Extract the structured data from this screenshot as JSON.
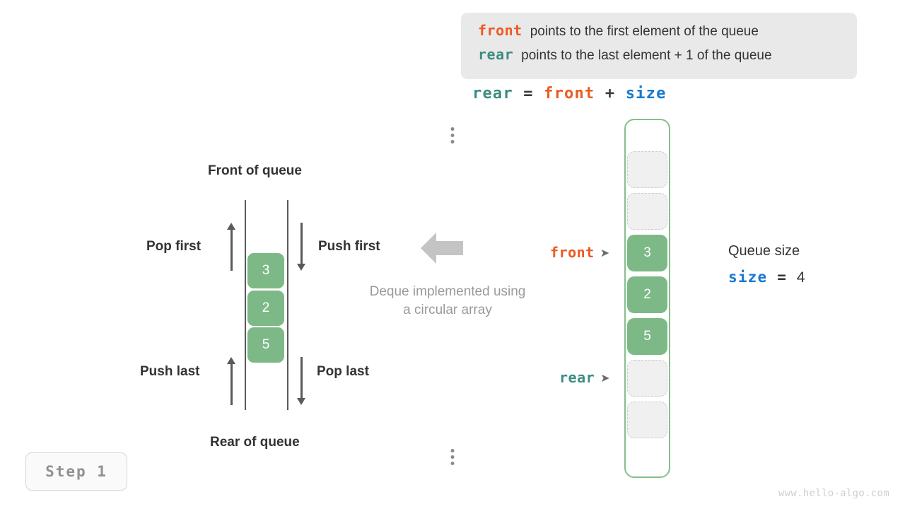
{
  "legend": {
    "lines": [
      {
        "keyword": "front",
        "keyword_color": "#ec5b21",
        "text": "points to the first element of the queue"
      },
      {
        "keyword": "rear",
        "keyword_color": "#3c8d81",
        "text": "points to the last element + 1 of the queue"
      }
    ],
    "background": "#e9e9e9"
  },
  "formula": {
    "lhs": "rear",
    "eq": "=",
    "rhs1": "front",
    "plus": "+",
    "rhs2": "size"
  },
  "deque": {
    "top_label": "Front of queue",
    "bottom_label": "Rear of queue",
    "ops": {
      "pop_first": "Pop first",
      "push_first": "Push first",
      "push_last": "Push last",
      "pop_last": "Pop last"
    },
    "cells": [
      "3",
      "2",
      "5"
    ],
    "cell_color": "#7db987",
    "caption_line1": "Deque implemented using",
    "caption_line2": "a circular array"
  },
  "array": {
    "border_color": "#86bf8d",
    "top_ellipsis": "⋮",
    "bottom_ellipsis": "⋮",
    "slots": [
      {
        "value": "",
        "state": "empty"
      },
      {
        "value": "",
        "state": "empty"
      },
      {
        "value": "3",
        "state": "filled"
      },
      {
        "value": "2",
        "state": "filled"
      },
      {
        "value": "5",
        "state": "filled"
      },
      {
        "value": "",
        "state": "empty"
      },
      {
        "value": "",
        "state": "empty"
      }
    ],
    "pointers": {
      "front": {
        "label": "front",
        "color": "#ec5b21",
        "tip": "➤"
      },
      "rear": {
        "label": "rear",
        "color": "#3c8d81",
        "tip": "➤"
      }
    }
  },
  "queue_size": {
    "title": "Queue size",
    "var": "size",
    "eq": "=",
    "value": "4",
    "var_color": "#1779cf"
  },
  "step": {
    "label": "Step 1"
  },
  "watermark": {
    "text": "www.hello-algo.com"
  }
}
